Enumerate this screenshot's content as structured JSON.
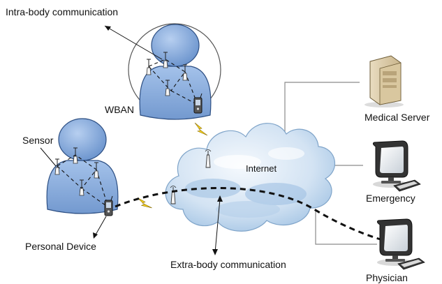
{
  "labels": {
    "intra_body": "Intra-body communication",
    "wban": "WBAN",
    "sensor": "Sensor",
    "personal_device": "Personal Device",
    "internet": "Internet",
    "extra_body": "Extra-body communication",
    "medical_server": "Medical Server",
    "emergency": "Emergency",
    "physician": "Physician"
  },
  "colors": {
    "person_body": "#8fb3e0",
    "person_head": "#7fa8dc",
    "cloud_light": "#e4eef8",
    "cloud_mid": "#b9d2ea",
    "cloud_dark": "#8fb6dc",
    "lightning": "#f7d21e",
    "dashed_link": "#111111",
    "connector_line": "#8a8a8a"
  },
  "icons": {
    "sensor": "antenna-sensor-icon",
    "personal_device": "pda-device-icon",
    "medical_server": "server-tower-icon",
    "emergency": "monitor-computer-icon",
    "physician": "monitor-computer-icon",
    "wireless_link": "lightning-bolt-icon",
    "access_point": "antenna-tower-icon"
  }
}
